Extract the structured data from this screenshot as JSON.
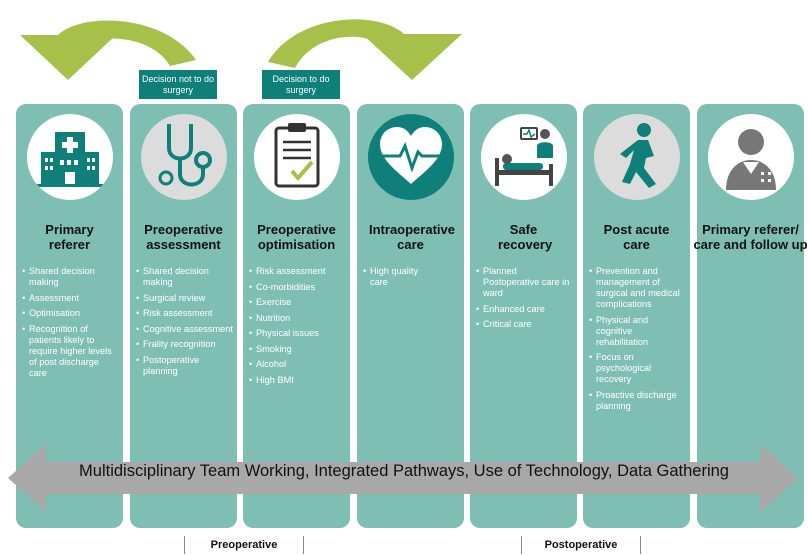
{
  "decisions": {
    "not_surgery": "Decision not to do surgery",
    "surgery": "Decision to do surgery"
  },
  "columns": [
    {
      "title": "Primary referer",
      "icon": "hospital-icon",
      "items": [
        "Shared decision making",
        "Assessment",
        "Optimisation",
        "Recognition of patients likely to require higher levels of post discharge care"
      ]
    },
    {
      "title": "Preoperative assessment",
      "icon": "stethoscope-icon",
      "items": [
        "Shared decision making",
        "Surgical review",
        "Risk assessment",
        "Cognitive assessment",
        "Frality recognition",
        "Postoperative planning"
      ]
    },
    {
      "title": "Preoperative optimisation",
      "icon": "clipboard-icon",
      "items": [
        "Risk assessment",
        "Co-morbidities",
        "Exercise",
        "Nutrition",
        "Physical issues",
        "Smoking",
        "Alcohol",
        "High BMI"
      ]
    },
    {
      "title": "Intraoperative care",
      "icon": "heart-monitor-icon",
      "items": [
        "High quality care"
      ]
    },
    {
      "title": "Safe recovery",
      "icon": "hospital-bed-icon",
      "items": [
        "Planned Postoperative care in ward",
        "Enhanced care",
        "Critical care"
      ]
    },
    {
      "title": "Post acute care",
      "icon": "rehabilitation-icon",
      "items": [
        "Prevention and management of surgical and medical complications",
        "Physical and cognitive rehabilitation",
        "Focus on psychological recovery",
        "Proactive discharge planning"
      ]
    },
    {
      "title": "Primary referer/ care and follow up",
      "icon": "doctor-icon",
      "items": []
    }
  ],
  "band": "Multidisciplinary Team Working, Integrated Pathways, Use of Technology, Data Gathering",
  "phases": {
    "preoperative": "Preoperative",
    "postoperative": "Postoperative"
  },
  "colors": {
    "column": "#7fbfb3",
    "dark_teal": "#0f7f7a",
    "arrow_green": "#a6c04a",
    "band_grey": "#a8a8a8"
  }
}
